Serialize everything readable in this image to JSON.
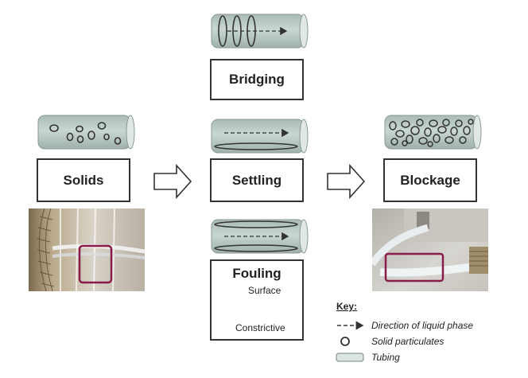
{
  "stages": {
    "solids": "Solids",
    "bridging": "Bridging",
    "settling": "Settling",
    "fouling": "Fouling",
    "blockage": "Blockage"
  },
  "fouling_types": {
    "surface": "Surface",
    "constrictive": "Constrictive"
  },
  "key": {
    "title": "Key:",
    "direction": "Direction of liquid phase",
    "particulates": "Solid particulates",
    "tubing": "Tubing"
  },
  "colors": {
    "tube_fill": "#b9c9c2",
    "tube_stroke": "#7f908a",
    "highlight": "#8a1c4a",
    "box_border": "#333333"
  }
}
